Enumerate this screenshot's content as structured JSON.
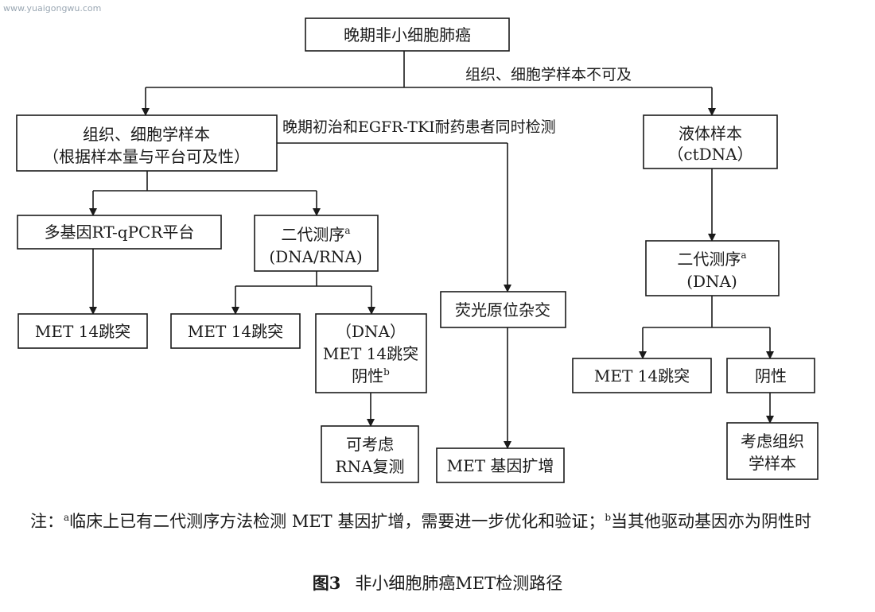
{
  "watermark": "www.yuaigongwu.com",
  "nodes": {
    "root": [
      "晚期非小细胞肺癌"
    ],
    "tissue": [
      "组织、细胞学样本",
      "（根据样本量与平台可及性）"
    ],
    "liquid": [
      "液体样本",
      "（ctDNA）"
    ],
    "rtqpcr": [
      "多基因RT-qPCR平台"
    ],
    "ngs": [
      "二代测序",
      "(DNA/RNA)"
    ],
    "ngs_sup": "a",
    "met1": [
      "MET 14跳突"
    ],
    "met2": [
      "MET 14跳突"
    ],
    "neg_dna": [
      "（DNA）",
      "MET 14跳突",
      "阴性"
    ],
    "neg_dna_sup": "b",
    "rna_retest": [
      "可考虑",
      "RNA复测"
    ],
    "fish": [
      "荧光原位杂交"
    ],
    "met_amp": [
      "MET 基因扩增"
    ],
    "ngs_dna": [
      "二代测序",
      "(DNA)"
    ],
    "ngs_dna_sup": "a",
    "met3": [
      "MET 14跳突"
    ],
    "negative": [
      "阴性"
    ],
    "consider_tissue": [
      "考虑组织",
      "学样本"
    ]
  },
  "edges": {
    "unavailable": "组织、细胞学样本不可及",
    "simultaneous": "晚期初治和EGFR-TKI耐药患者同时检测"
  },
  "notes": {
    "prefix": "注：",
    "a_marker": "a",
    "a_text": "临床上已有二代测序方法检测 MET 基因扩增，需要进一步优化和验证；",
    "b_marker": "b",
    "b_text": "当其他驱动基因亦为阴性时"
  },
  "caption": {
    "fig_no": "图3",
    "title": "非小细胞肺癌MET检测路径"
  }
}
